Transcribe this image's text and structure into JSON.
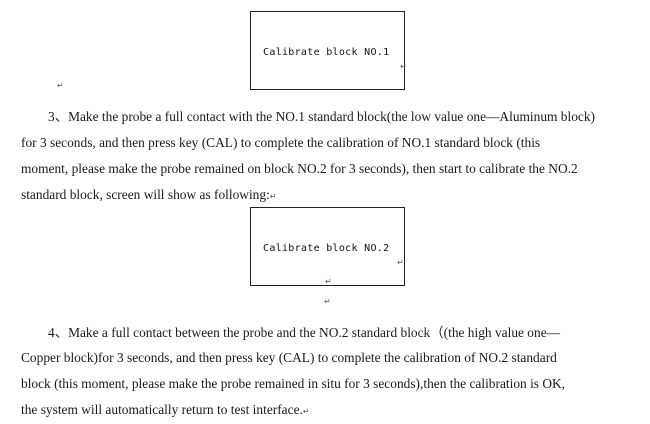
{
  "box1": {
    "text": "Calibrate block NO.1"
  },
  "box2": {
    "text": "Calibrate block NO.2"
  },
  "marks": {
    "return_arrow": "↵",
    "paragraph_mark": "↵"
  },
  "para3": {
    "lines": [
      "3、Make the probe a full contact with the NO.1 standard block(the low value one—Aluminum block)",
      "for 3 seconds, and then press key (CAL) to complete the calibration of NO.1 standard block (this",
      "moment, please make the probe remained on block NO.2 for 3 seconds), then start to calibrate the NO.2",
      "standard block, screen will show as following:"
    ]
  },
  "para4": {
    "lines": [
      "4、Make a full contact between the probe and the NO.2 standard block（(the high value one—",
      "Copper block)for 3 seconds, and then press key (CAL) to complete the calibration of NO.2 standard",
      "block (this moment, please make the probe remained in situ for 3 seconds),then the calibration is OK,",
      "the system will automatically return to test interface."
    ]
  }
}
